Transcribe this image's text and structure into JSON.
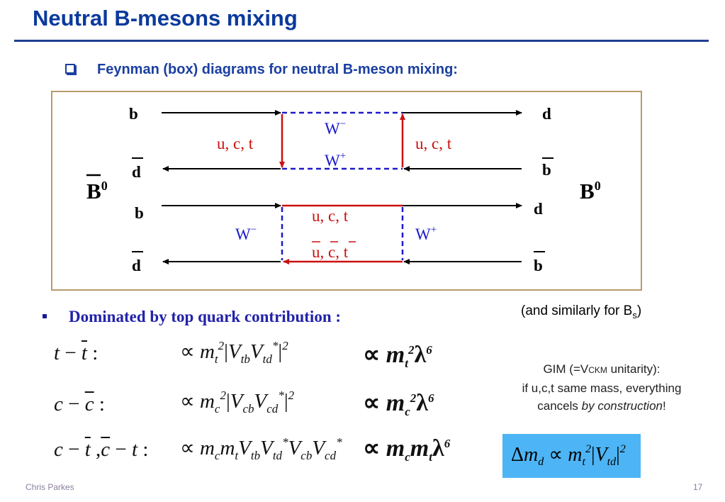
{
  "title": "Neutral B-mesons mixing",
  "subtitle": "Feynman (box) diagrams for neutral B-meson mixing:",
  "diagram": {
    "left_meson": "B",
    "left_meson_sup": "0",
    "right_meson": "B",
    "right_meson_sup": "0",
    "top": {
      "in_top": "b",
      "in_bottom": "d",
      "out_top": "d",
      "out_bottom": "b",
      "quark_left": "u, c, t",
      "quark_right": "u, c, t",
      "w_top": "W",
      "w_top_sup": "−",
      "w_bottom": "W",
      "w_bottom_sup": "+"
    },
    "bottom": {
      "in_top": "b",
      "in_bottom": "d",
      "out_top": "d",
      "out_bottom": "b",
      "quark_top": "u, c, t",
      "antiquark_bottom": "u, c, t",
      "w_left": "W",
      "w_left_sup": "−",
      "w_right": "W",
      "w_right_sup": "+"
    }
  },
  "dominated": "Dominated by top quark contribution :",
  "similarly_prefix": "(and similarly for B",
  "similarly_sub": "s",
  "similarly_suffix": ")",
  "gim": {
    "line1_pre": "GIM (=V",
    "line1_ckm": "CKM",
    "line1_post": " unitarity):",
    "line2": "if u,c,t  same mass, everything",
    "line3_pre": "cancels ",
    "line3_em": "by construction",
    "line3_post": "!"
  },
  "footer": {
    "author": "Chris Parkes",
    "page": "17"
  },
  "colors": {
    "title": "#0a3a9c",
    "subtitle": "#1a3fa0",
    "quark_red": "#cc1010",
    "boson_blue": "#1a1acc",
    "frame": "#b69b6a",
    "highlight_box": "#4db5f5"
  }
}
